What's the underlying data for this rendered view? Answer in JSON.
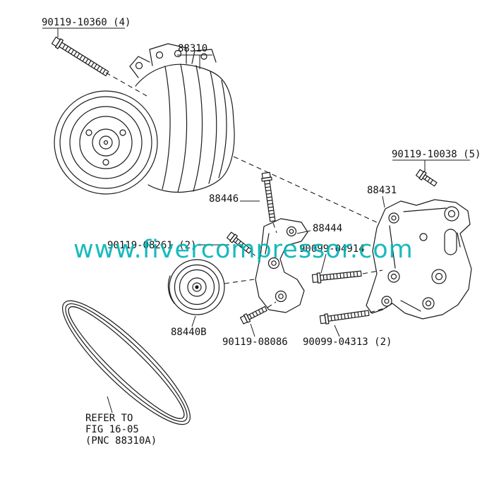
{
  "watermark": {
    "text": "www.fivercompressor.com",
    "color": "#00b3b5"
  },
  "labels": {
    "bolt_compressor_mount": "90119-10360 (4)",
    "compressor": "88310",
    "bolt_bracket_rear": "90119-10038 (5)",
    "stud_bolt": "88446",
    "bracket_rear": "88431",
    "bracket_idler": "88444",
    "bolt_idler_upper": "90119-08261 (2)",
    "stud_nut": "90099-04914",
    "idler_pulley": "88440B",
    "bolt_idler_lower": "90119-08086",
    "bolt_bracket_lower": "90099-04313 (2)",
    "belt_note_line1": "REFER TO",
    "belt_note_line2": "FIG 16-05",
    "belt_note_line3": "(PNC 88310A)"
  }
}
